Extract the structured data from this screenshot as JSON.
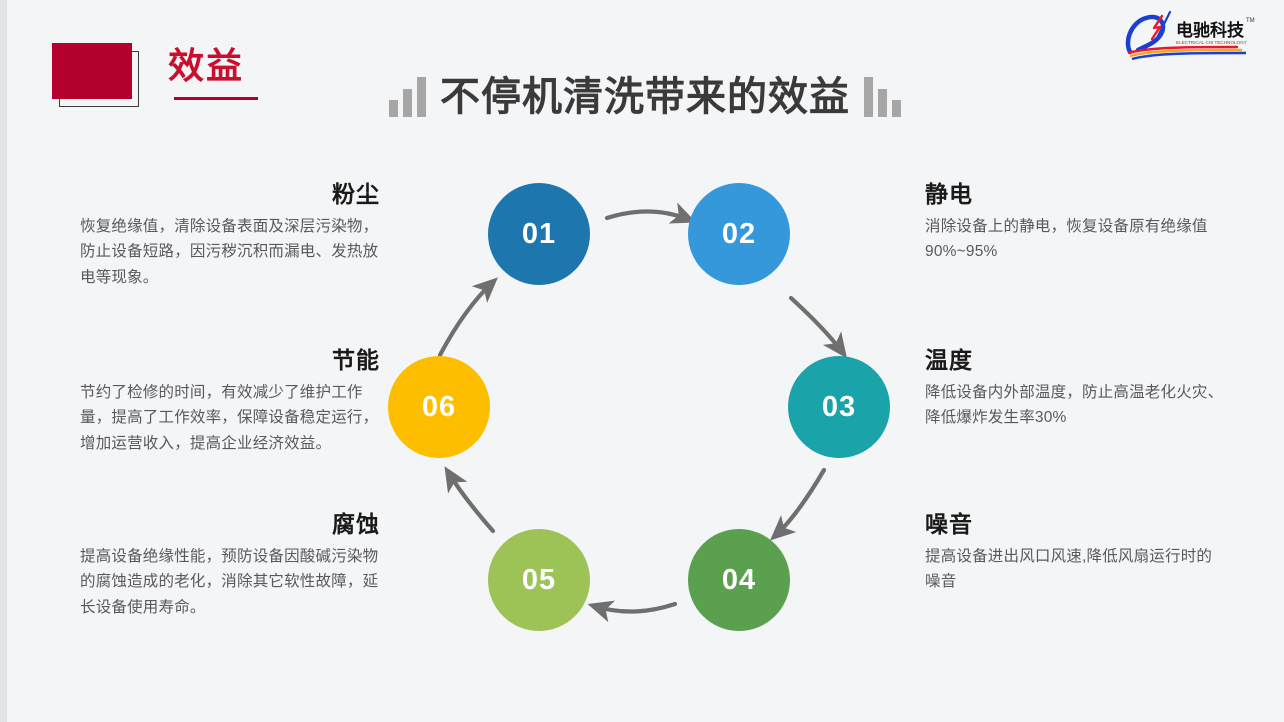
{
  "header": {
    "section_label": "效益",
    "title": "不停机清洗带来的效益",
    "badge_color": "#b3002d",
    "label_color": "#c8102e",
    "deco_color": "#a6a6a6"
  },
  "logo": {
    "brand_cn": "电驰科技",
    "brand_en": "ELECTRICAL CHI TECHNOLOGY",
    "tm": "TM"
  },
  "diagram": {
    "nodes": [
      {
        "num": "01",
        "color": "#1d77ae"
      },
      {
        "num": "02",
        "color": "#3498db"
      },
      {
        "num": "03",
        "color": "#1aa3a8"
      },
      {
        "num": "04",
        "color": "#5aa04f"
      },
      {
        "num": "05",
        "color": "#9dc356"
      },
      {
        "num": "06",
        "color": "#fdbe00"
      }
    ],
    "arrow_color": "#6f6f6f"
  },
  "blocks": {
    "dust": {
      "title": "粉尘",
      "body": "恢复绝缘值，清除设备表面及深层污染物，防止设备短路，因污秽沉积而漏电、发热放电等现象。"
    },
    "energy": {
      "title": "节能",
      "body": "节约了检修的时间，有效减少了维护工作量，提高了工作效率，保障设备稳定运行，增加运营收入，提高企业经济效益。"
    },
    "corrosion": {
      "title": "腐蚀",
      "body": "提高设备绝缘性能，预防设备因酸碱污染物的腐蚀造成的老化，消除其它软性故障，延长设备使用寿命。"
    },
    "static": {
      "title": "静电",
      "body": "消除设备上的静电，恢复设备原有绝缘值90%~95%"
    },
    "temperature": {
      "title": "温度",
      "body": "降低设备内外部温度，防止高温老化火灾、降低爆炸发生率30%"
    },
    "noise": {
      "title": "噪音",
      "body": "提高设备进出风口风速,降低风扇运行时的噪音"
    }
  }
}
